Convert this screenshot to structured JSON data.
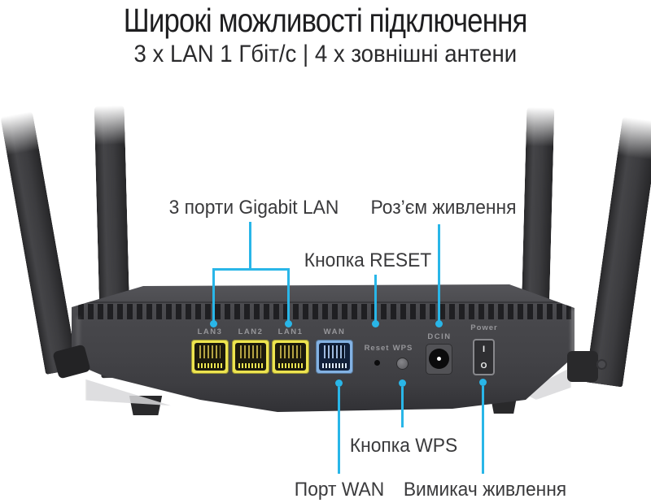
{
  "header": {
    "title": "Широкі можливості підключення",
    "subtitle": "3 x LAN 1 Гбіт/с | 4 x зовнішні антени"
  },
  "callouts": {
    "lan_ports": "3 порти Gigabit LAN",
    "power_jack": "Роз’єм живлення",
    "reset_button": "Кнопка RESET",
    "wps_button": "Кнопка WPS",
    "wan_port": "Порт WAN",
    "power_switch": "Вимикач живлення"
  },
  "router": {
    "port_labels": [
      "LAN3",
      "LAN2",
      "LAN1",
      "WAN"
    ],
    "reset_label": "Reset",
    "wps_label": "WPS",
    "dcin_label": "DCIN",
    "power_label": "Power",
    "switch_on": "I",
    "switch_off": "O"
  },
  "colors": {
    "accent": "#29b6e8",
    "lan": "#ede44f",
    "wan": "#83b2e3",
    "body": "#454549"
  }
}
